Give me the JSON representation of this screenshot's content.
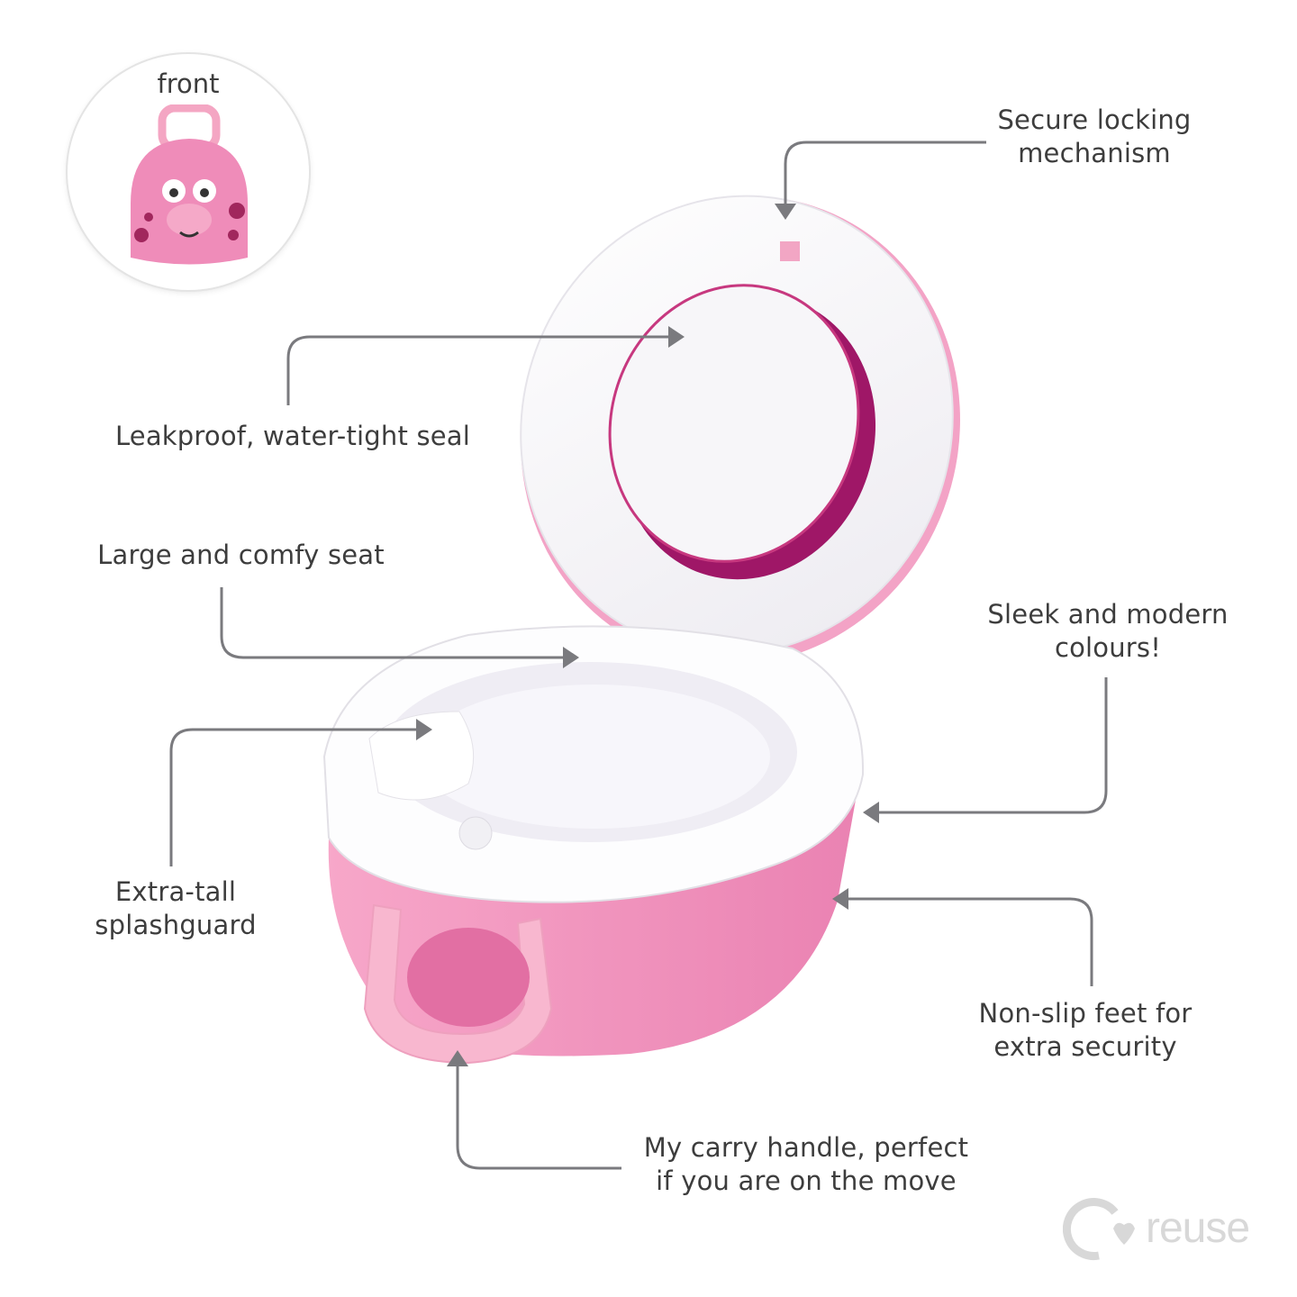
{
  "badge": {
    "label": "front"
  },
  "callouts": [
    {
      "id": "locking",
      "lines": [
        "Secure locking",
        "mechanism"
      ]
    },
    {
      "id": "seal",
      "lines": [
        "Leakproof, water-tight seal"
      ]
    },
    {
      "id": "seat",
      "lines": [
        "Large and comfy seat"
      ]
    },
    {
      "id": "colours",
      "lines": [
        "Sleek and modern",
        "colours!"
      ]
    },
    {
      "id": "splashguard",
      "lines": [
        "Extra-tall",
        "splashguard"
      ]
    },
    {
      "id": "feet",
      "lines": [
        "Non-slip feet for",
        "extra security"
      ]
    },
    {
      "id": "handle",
      "lines": [
        "My carry handle, perfect",
        "if you are on the move"
      ]
    }
  ],
  "logo": {
    "text": "reuse"
  },
  "colors": {
    "pink": "#ee8bb8",
    "light_pink": "#f7b3cd",
    "magenta": "#a3166a",
    "line": "#7a7a7e",
    "text": "#3d3d3d",
    "logo": "#d8d8d8"
  }
}
